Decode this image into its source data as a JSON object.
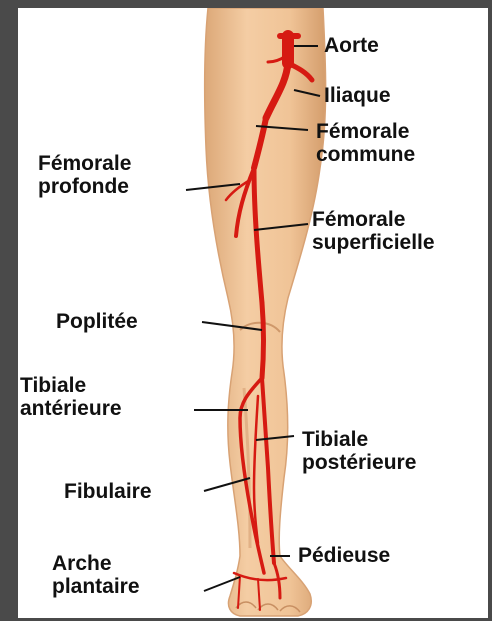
{
  "colors": {
    "skin": "#f1c69c",
    "skin_shadow": "#d8a274",
    "artery": "#d61a12",
    "leader": "#111111",
    "frame_border": "#4a4a4a"
  },
  "labels": {
    "aorte": "Aorte",
    "iliaque": "Iliaque",
    "femorale_commune": [
      "Fémorale",
      "commune"
    ],
    "femorale_profonde": [
      "Fémorale",
      "profonde"
    ],
    "femorale_superficielle": [
      "Fémorale",
      "superficielle"
    ],
    "poplitee": "Poplitée",
    "tibiale_anterieure": [
      "Tibiale",
      "antérieure"
    ],
    "tibiale_posterieure": [
      "Tibiale",
      "postérieure"
    ],
    "fibulaire": "Fibulaire",
    "arche_plantaire": [
      "Arche",
      "plantaire"
    ],
    "pedieuse": "Pédieuse"
  }
}
